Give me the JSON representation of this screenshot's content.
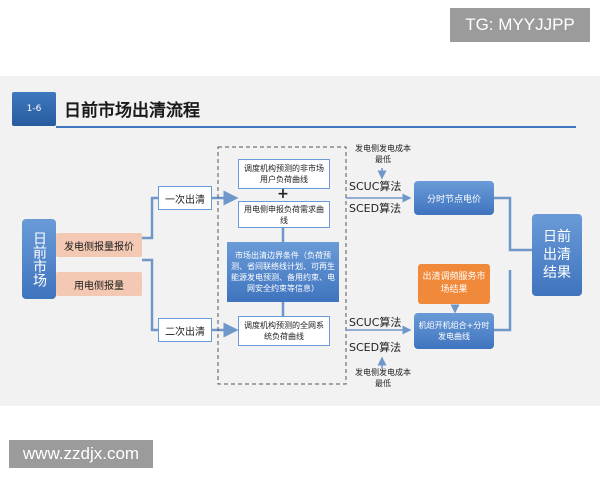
{
  "tag": "TG: MYYJJPP",
  "watermark_url": "www.zzdjx.com",
  "header": {
    "badge": "1-6",
    "title": "日前市场出清流程"
  },
  "left": {
    "main": "日前市场",
    "item_gen": "发电侧报量报价",
    "item_load": "用电侧报量"
  },
  "stages": {
    "first": "一次出清",
    "second": "二次出清"
  },
  "center": {
    "load_forecast": "调度机构预测的非市场用户负荷曲线",
    "plus": "+",
    "demand": "用电侧申报负荷需求曲线",
    "conditions": "市场出清边界条件（负荷预测、省间联络线计划、可再生能源发电预测、备用约束、电网安全约束等信息）",
    "system_load": "调度机构预测的全网系统负荷曲线"
  },
  "algorithms": {
    "scuc_top": "SCUC算法",
    "sced_top": "SCED算法",
    "scuc_bottom": "SCUC算法",
    "sced_bottom": "SCED算法"
  },
  "notes": {
    "top": "发电侧发电成本最低",
    "bottom": "发电侧发电成本最低"
  },
  "right": {
    "price": "分时节点电价",
    "ancillary": "出清调频服务市场结果",
    "unit": "机组开机组合+分时发电曲线",
    "result": "日前出清结果"
  }
}
